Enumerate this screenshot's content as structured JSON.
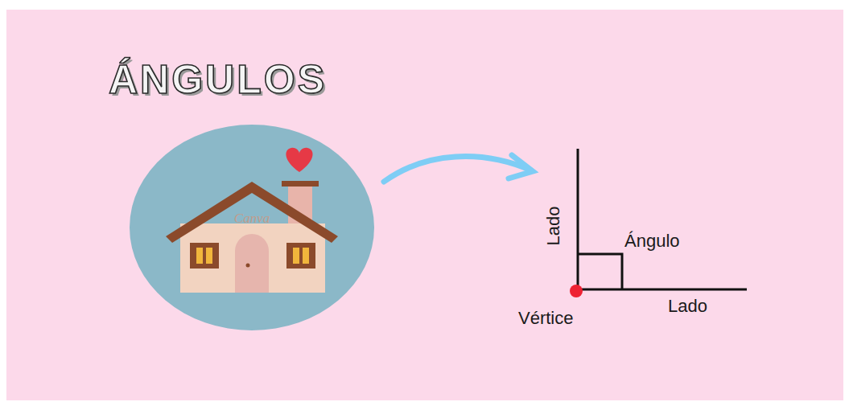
{
  "diagram": {
    "title": "ÁNGULOS",
    "labels": [
      "Lado",
      "Ángulo",
      "Vértice",
      "Lado",
      "Canva"
    ]
  }
}
